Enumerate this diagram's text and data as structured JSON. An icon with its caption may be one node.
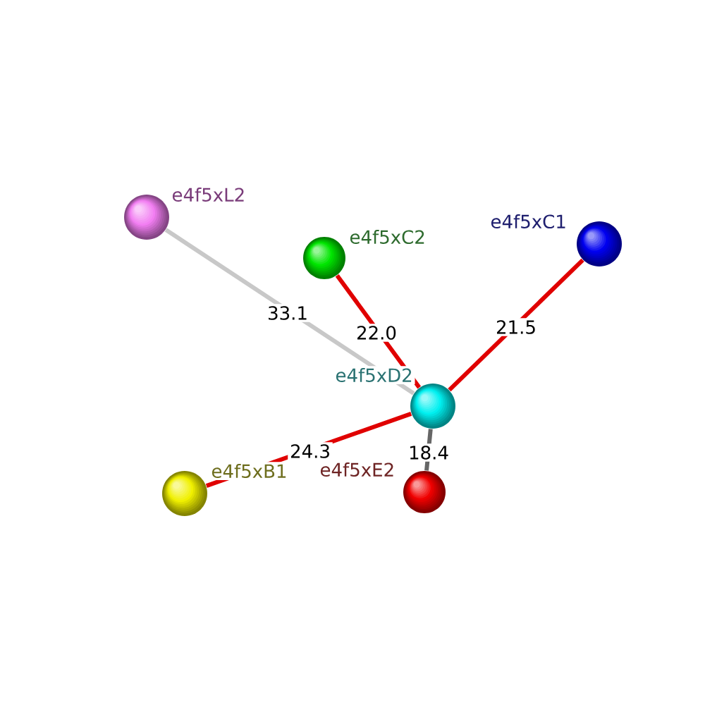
{
  "diagram": {
    "nodes": [
      {
        "text": [],
        "shape": "circle",
        "beside": [
          "e4f5xL2"
        ]
      },
      {
        "text": [],
        "shape": "circle",
        "beside": [
          "e4f5xC2"
        ]
      },
      {
        "text": [],
        "shape": "circle",
        "beside": [
          "e4f5xC1"
        ]
      },
      {
        "text": [],
        "shape": "circle",
        "beside": [
          "e4f5xD2"
        ]
      },
      {
        "text": [],
        "shape": "circle",
        "beside": [
          "e4f5xB1"
        ]
      },
      {
        "text": [],
        "shape": "circle",
        "beside": [
          "e4f5xE2"
        ]
      }
    ],
    "edges": [
      {
        "from": 3,
        "to": 0,
        "arrow": "none",
        "label": "33.1",
        "color": "#c8c8c8"
      },
      {
        "from": 3,
        "to": 1,
        "arrow": "none",
        "label": "22.0"
      },
      {
        "from": 3,
        "to": 2,
        "arrow": "none",
        "label": "21.5"
      },
      {
        "from": 3,
        "to": 4,
        "arrow": "none",
        "label": "24.3"
      },
      {
        "from": 3,
        "to": 5,
        "arrow": "none",
        "label": "18.4",
        "color": "#666666"
      }
    ]
  }
}
